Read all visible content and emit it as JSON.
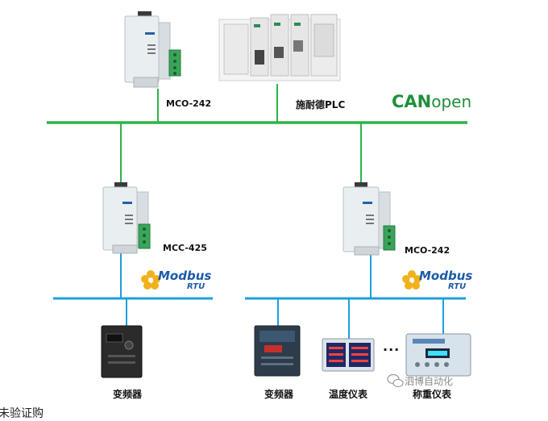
{
  "diagram": {
    "bus_label": {
      "can": "CAN",
      "open": "open"
    },
    "devices": {
      "top_gateway": "MCO-242",
      "plc": "施耐德PLC",
      "left_gateway": "MCC-425",
      "right_gateway": "MCO-242"
    },
    "modbus_logo": {
      "word": "Modbus",
      "sub": "RTU"
    },
    "field_devices": {
      "left_inverter": "变频器",
      "right_inverter": "变频器",
      "temp_meter": "温度仪表",
      "weigh_meter": "称重仪表"
    },
    "ellipsis": "···",
    "watermark": "泗博自动化",
    "cut_text": "未验证购"
  },
  "colors": {
    "can_bus": "#2db34a",
    "rs485_bus": "#1aa0de",
    "canopen_text": "#1f8f3a",
    "modbus_text": "#1c5aa8",
    "modbus_icon": "#f0b11c"
  }
}
